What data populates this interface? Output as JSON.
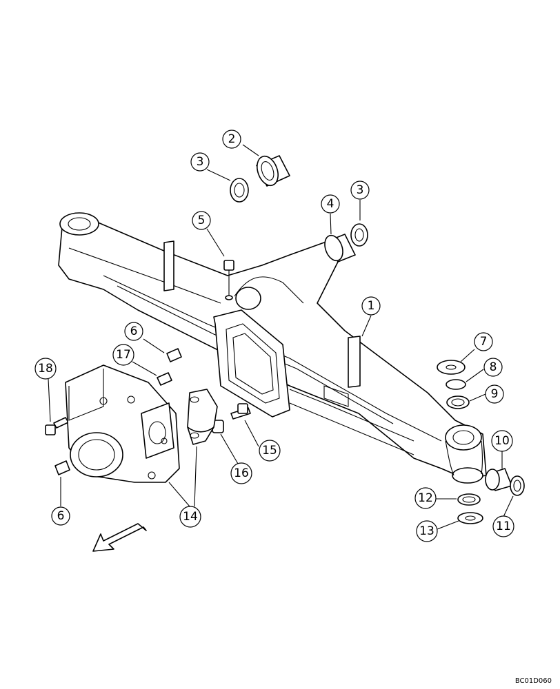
{
  "callouts": [
    {
      "label": "1"
    },
    {
      "label": "2"
    },
    {
      "label": "3"
    },
    {
      "label": "3"
    },
    {
      "label": "4"
    },
    {
      "label": "5"
    },
    {
      "label": "6"
    },
    {
      "label": "6"
    },
    {
      "label": "7"
    },
    {
      "label": "8"
    },
    {
      "label": "9"
    },
    {
      "label": "10"
    },
    {
      "label": "11"
    },
    {
      "label": "12"
    },
    {
      "label": "13"
    },
    {
      "label": "14"
    },
    {
      "label": "15"
    },
    {
      "label": "16"
    },
    {
      "label": "17"
    },
    {
      "label": "18"
    }
  ],
  "reference_code": "BC01D060"
}
